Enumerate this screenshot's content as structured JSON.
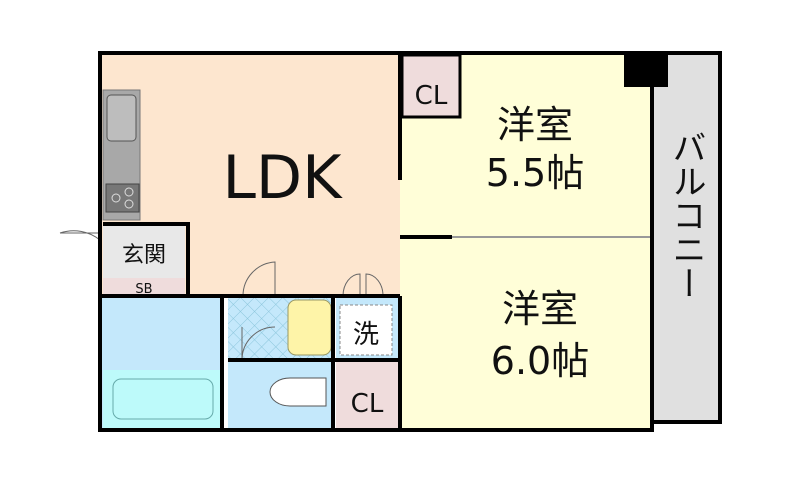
{
  "rooms": {
    "ldk": {
      "label": "LDK"
    },
    "cl_top": {
      "label": "CL"
    },
    "cl_bottom": {
      "label": "CL"
    },
    "room1": {
      "name": "洋室",
      "size": "5.5帖"
    },
    "room2": {
      "name": "洋室",
      "size": "6.0帖"
    },
    "entrance": {
      "label": "玄関"
    },
    "shoe_box": {
      "label": "SB"
    },
    "washer": {
      "label": "洗"
    },
    "balcony": {
      "label": "バルコニー"
    }
  },
  "colors": {
    "ldk": "#fde6cf",
    "western_room": "#fffed8",
    "closet": "#efdcdc",
    "wet_area": "#c4e8fb",
    "bathtub": "#bdfafa",
    "balcony": "#e0e0e0",
    "wall": "#000000"
  }
}
